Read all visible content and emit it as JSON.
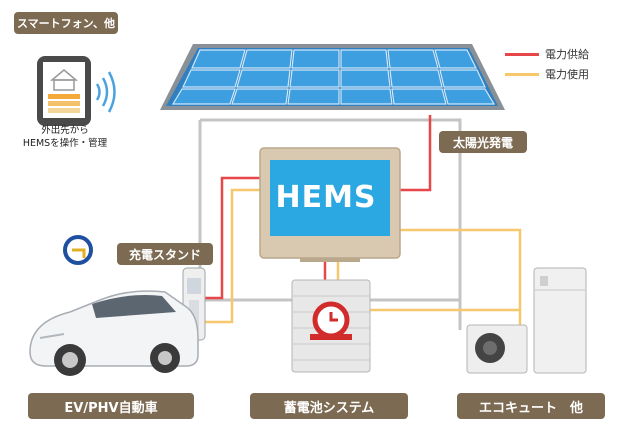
{
  "labels": {
    "smartphone": "スマートフォン、他",
    "phone_caption_line1": "外出先から",
    "phone_caption_line2": "HEMSを操作・管理",
    "solar": "太陽光発電",
    "hems": "HEMS",
    "charger": "充電スタンド",
    "ev": "EV/PHV自動車",
    "battery": "蓄電池システム",
    "ecocute": "エコキュート　他"
  },
  "legend": [
    {
      "label": "電力供給",
      "color": "#e8474a"
    },
    {
      "label": "電力使用",
      "color": "#f7c76b"
    }
  ],
  "colors": {
    "label_bg": "#7d6a52",
    "hems_screen": "#2ba7e2",
    "hems_frame": "#d9c9b0",
    "solar_cell": "#3e9fe0",
    "roof_frame": "#8a9098"
  }
}
